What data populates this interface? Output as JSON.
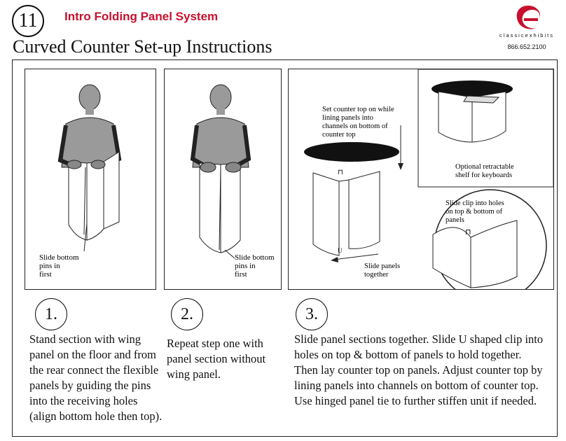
{
  "header": {
    "page_number": "11",
    "system_title": "Intro Folding Panel System",
    "main_title": "Curved Counter Set-up Instructions",
    "brand": "classicexhibits",
    "phone": "866.652.2100"
  },
  "colors": {
    "accent": "#c8102e",
    "line": "#222222",
    "counter_top": "#111111"
  },
  "figures": {
    "fig1": {
      "caption": "Slide bottom pins in first"
    },
    "fig2": {
      "caption": "Slide bottom pins in first"
    },
    "fig3": {
      "note_top": "Set counter top on while lining panels into channels on bottom of counter top",
      "note_shelf": "Optional retractable shelf for keyboards",
      "note_clip": "Slide clip into holes on top & bottom of panels",
      "note_slide": "Slide panels together"
    }
  },
  "steps": [
    {
      "number": "1.",
      "text": "Stand section with wing panel on the floor and from the rear connect the flexible panels by guiding the pins into the receiving holes (align bottom hole then top)."
    },
    {
      "number": "2.",
      "text": "Repeat step one with panel section without wing panel."
    },
    {
      "number": "3.",
      "text": "Slide panel sections together. Slide U shaped clip into holes on top & bottom of panels to hold together. Then lay counter top on panels. Adjust counter top by lining panels into channels on bottom of counter top. Use hinged panel tie to further stiffen unit if needed."
    }
  ]
}
